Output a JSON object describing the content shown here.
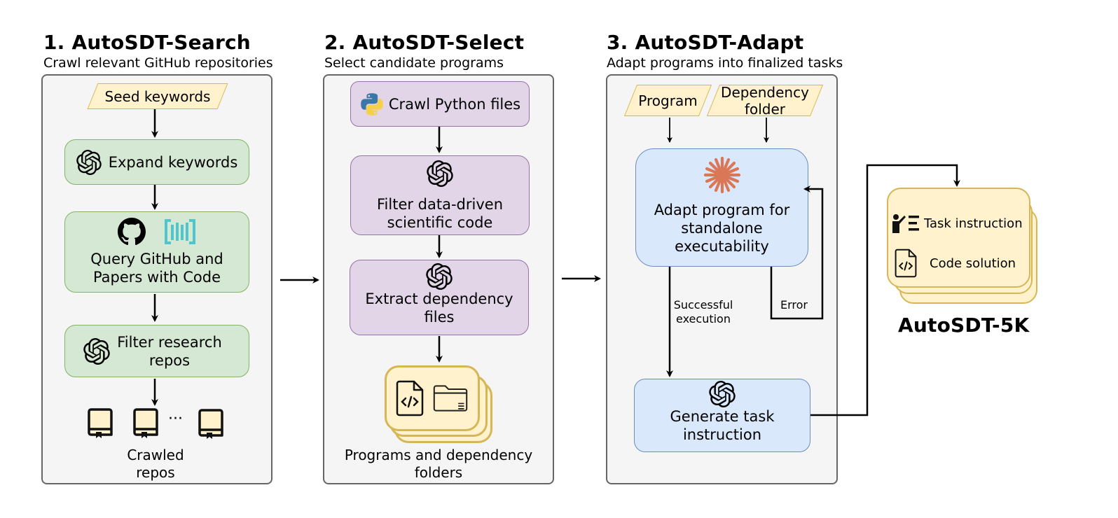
{
  "stages": [
    {
      "title": "1. AutoSDT-Search",
      "subtitle": "Crawl relevant GitHub repositories",
      "input": "Seed keywords",
      "steps": [
        {
          "label": "Expand keywords",
          "icon": "openai-icon"
        },
        {
          "label_line1": "Query GitHub and",
          "label_line2": "Papers with Code",
          "icons": [
            "github-icon",
            "papers-with-code-icon"
          ]
        },
        {
          "label_line1": "Filter research",
          "label_line2": "repos",
          "icon": "openai-icon"
        }
      ],
      "output": {
        "label_line1": "Crawled",
        "label_line2": "repos",
        "ellipsis": "···",
        "icon": "repo-book-icon"
      }
    },
    {
      "title": "2. AutoSDT-Select",
      "subtitle": "Select candidate programs",
      "steps": [
        {
          "label": "Crawl Python files",
          "icon": "python-icon"
        },
        {
          "label_line1": "Filter data-driven",
          "label_line2": "scientific code",
          "icon": "openai-icon"
        },
        {
          "label_line1": "Extract dependency",
          "label_line2": "files",
          "icon": "openai-icon"
        }
      ],
      "output": {
        "label_line1": "Programs and dependency",
        "label_line2": "folders",
        "icons": [
          "code-file-icon",
          "folder-icon"
        ]
      }
    },
    {
      "title": "3. AutoSDT-Adapt",
      "subtitle": "Adapt programs into finalized tasks",
      "inputs": [
        {
          "label": "Program"
        },
        {
          "label_line1": "Dependency",
          "label_line2": "folder"
        }
      ],
      "steps": [
        {
          "label_line1": "Adapt program for",
          "label_line2": "standalone",
          "label_line3": "executability",
          "icon": "claude-icon"
        },
        {
          "label_line1": "Generate task",
          "label_line2": "instruction",
          "icon": "openai-icon"
        }
      ],
      "edges": {
        "success_line1": "Successful",
        "success_line2": "execution",
        "error": "Error"
      }
    }
  ],
  "result": {
    "title": "AutoSDT-5K",
    "items": [
      {
        "label": "Task instruction",
        "icon": "teacher-instruction-icon"
      },
      {
        "label": "Code solution",
        "icon": "code-file-icon"
      }
    ]
  },
  "colors": {
    "green_fill": "#d5e8d4",
    "green_stroke": "#82b366",
    "purple_fill": "#e1d5e7",
    "purple_stroke": "#9673a6",
    "blue_fill": "#dae8fc",
    "blue_stroke": "#6c8ebf",
    "yellow_fill": "#fff2cc",
    "yellow_stroke": "#d6b656",
    "panel_fill": "#f5f5f5",
    "claude": "#d97757",
    "pwc": "#4fc5cc"
  }
}
